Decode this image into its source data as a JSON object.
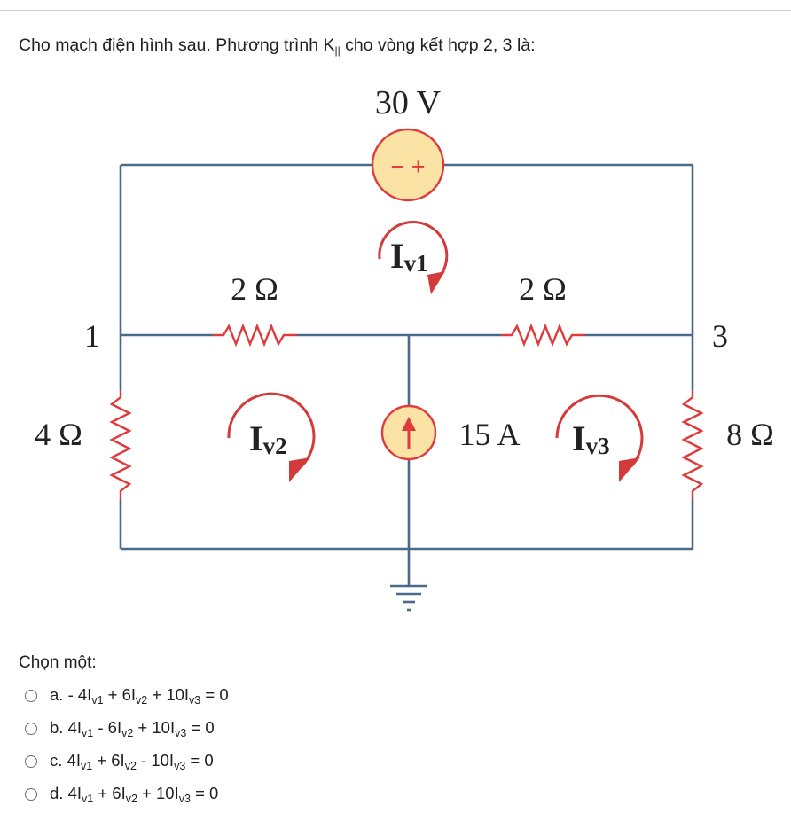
{
  "question": {
    "prefix": "Cho mạch điện hình sau. Phương trình K",
    "sub": "||",
    "suffix": " cho vòng kết hợp 2, 3 là:"
  },
  "circuit": {
    "source_voltage_label": "30 V",
    "source_signs": "− +",
    "loop1": {
      "main": "I",
      "sub": "v1"
    },
    "loop2": {
      "main": "I",
      "sub": "v2"
    },
    "loop3": {
      "main": "I",
      "sub": "v3"
    },
    "r_top_left": "2 Ω",
    "r_top_right": "2 Ω",
    "r_left": "4 Ω",
    "r_right": "8 Ω",
    "current_source_label": "15 A",
    "node1_label": "1",
    "node3_label": "3",
    "colors": {
      "wire": "#4a6a8c",
      "source_fill": "#fbe3a6",
      "source_stroke": "#e03a3a",
      "arrow": "#d33a3a",
      "text": "#222222"
    }
  },
  "prompt": "Chọn một:",
  "options": [
    {
      "letter": "a.",
      "parts": [
        "- 4I",
        "v1",
        " + 6I",
        "v2",
        " + 10I",
        "v3",
        " = 0"
      ]
    },
    {
      "letter": "b.",
      "parts": [
        "4I",
        "v1",
        " - 6I",
        "v2",
        " + 10I",
        "v3",
        " = 0"
      ]
    },
    {
      "letter": "c.",
      "parts": [
        "4I",
        "v1",
        " + 6I",
        "v2",
        " - 10I",
        "v3",
        " = 0"
      ]
    },
    {
      "letter": "d.",
      "parts": [
        "4I",
        "v1",
        " + 6I",
        "v2",
        " + 10I",
        "v3",
        " = 0"
      ]
    }
  ]
}
